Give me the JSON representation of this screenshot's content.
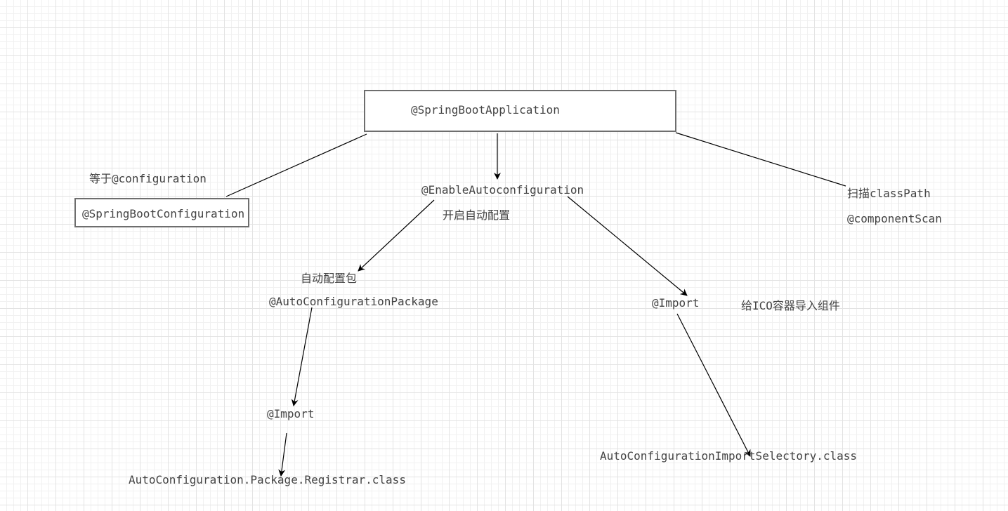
{
  "nodes": {
    "spring_boot_application": "@SpringBootApplication",
    "equals_configuration": "等于@configuration",
    "spring_boot_configuration": "@SpringBootConfiguration",
    "enable_auto_configuration": "@EnableAutoconfiguration",
    "enable_auto_configuration_desc": "开启自动配置",
    "scan_classpath": "扫描classPath",
    "component_scan": "@componentScan",
    "auto_config_package_desc": "自动配置包",
    "auto_configuration_package": "@AutoConfigurationPackage",
    "import_right": "@Import",
    "import_right_desc": "给ICO容器导入组件",
    "import_left": "@Import",
    "auto_config_import_selector": "AutoConfigurationImportSelectory.class",
    "auto_config_package_registrar": "AutoConfiguration.Package.Registrar.class"
  },
  "colors": {
    "background": "#ffffff",
    "grid": "#e3e3e3",
    "stroke": "#000000",
    "box_border": "#6e6e6e",
    "text": "#444444"
  }
}
